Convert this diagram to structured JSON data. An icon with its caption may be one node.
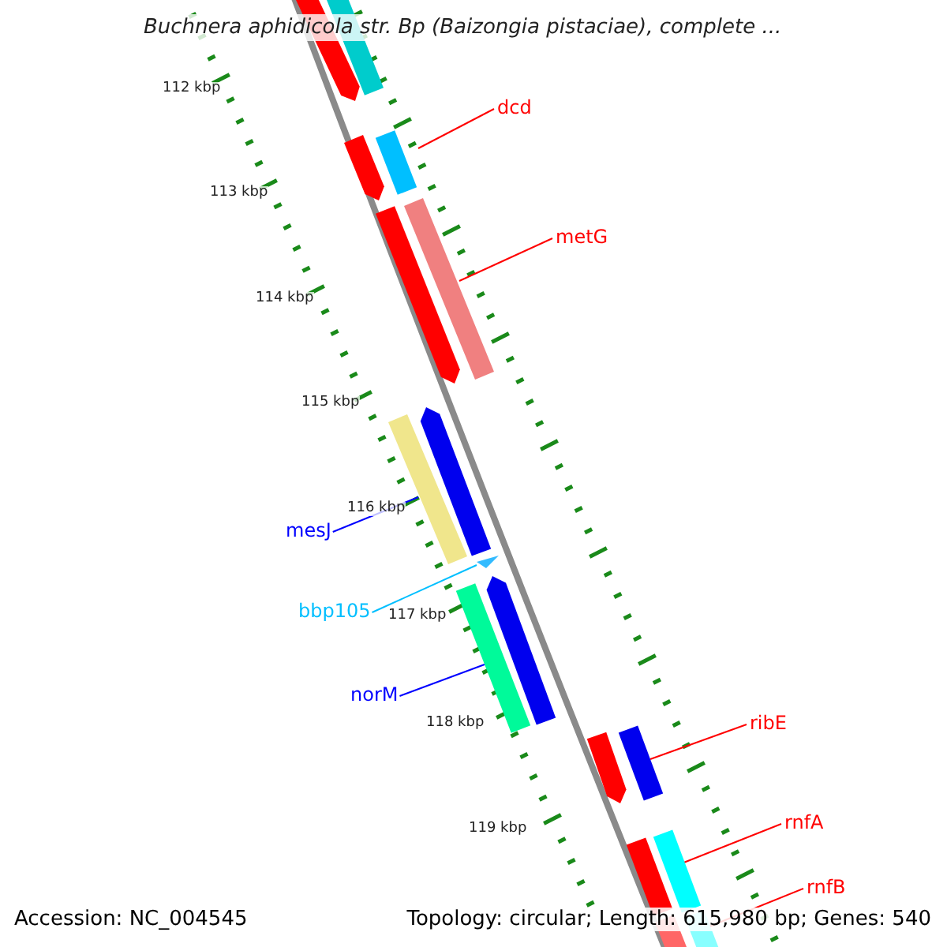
{
  "diagram": {
    "title": "Buchnera aphidicola str. Bp (Baizongia pistaciae), complete ...",
    "nodes": [
      {
        "text": [],
        "shape": "bar"
      },
      {
        "text": [],
        "shape": "bar"
      },
      {
        "text": [
          "dcd"
        ]
      },
      {
        "text": [],
        "shape": "bar"
      },
      {
        "text": [],
        "shape": "bar"
      },
      {
        "text": [
          "metG"
        ]
      },
      {
        "text": [],
        "shape": "bar"
      },
      {
        "text": [],
        "shape": "bar"
      },
      {
        "text": [],
        "shape": "bar"
      },
      {
        "text": [],
        "shape": "bar"
      },
      {
        "text": [
          "mesJ"
        ]
      },
      {
        "text": [],
        "shape": "triangle"
      },
      {
        "text": [
          "bbp105"
        ]
      },
      {
        "text": [],
        "shape": "bar"
      },
      {
        "text": [],
        "shape": "bar"
      },
      {
        "text": [
          "norM"
        ]
      },
      {
        "text": [
          "ribE"
        ]
      },
      {
        "text": [],
        "shape": "bar"
      },
      {
        "text": [],
        "shape": "bar"
      },
      {
        "text": [
          "rnfA"
        ]
      },
      {
        "text": [],
        "shape": "bar"
      },
      {
        "text": [],
        "shape": "bar"
      },
      {
        "text": [
          "rnfB"
        ]
      },
      {
        "text": [],
        "shape": "bar"
      },
      {
        "text": [],
        "shape": "bar"
      }
    ],
    "edges": [
      {
        "from": 2,
        "to": 4,
        "arrow": "none"
      },
      {
        "from": 5,
        "to": 7,
        "arrow": "none"
      },
      {
        "from": 10,
        "to": 8,
        "arrow": "none",
        "color": "#0000ff"
      },
      {
        "from": 12,
        "to": 11,
        "arrow": "none",
        "color": "#00bfff"
      },
      {
        "from": 15,
        "to": 13,
        "arrow": "none",
        "color": "#0000ff"
      },
      {
        "from": 16,
        "to": 18,
        "arrow": "none"
      },
      {
        "from": 19,
        "to": 21,
        "arrow": "none"
      },
      {
        "from": 22,
        "to": 24,
        "arrow": "none"
      }
    ],
    "labels": [
      "112 kbp",
      "113 kbp",
      "114 kbp",
      "115 kbp",
      "116 kbp",
      "117 kbp",
      "118 kbp",
      "119 kbp",
      "Accession: NC_004545",
      "Topology: circular; Length: 615,980 bp; Genes: 540"
    ]
  }
}
